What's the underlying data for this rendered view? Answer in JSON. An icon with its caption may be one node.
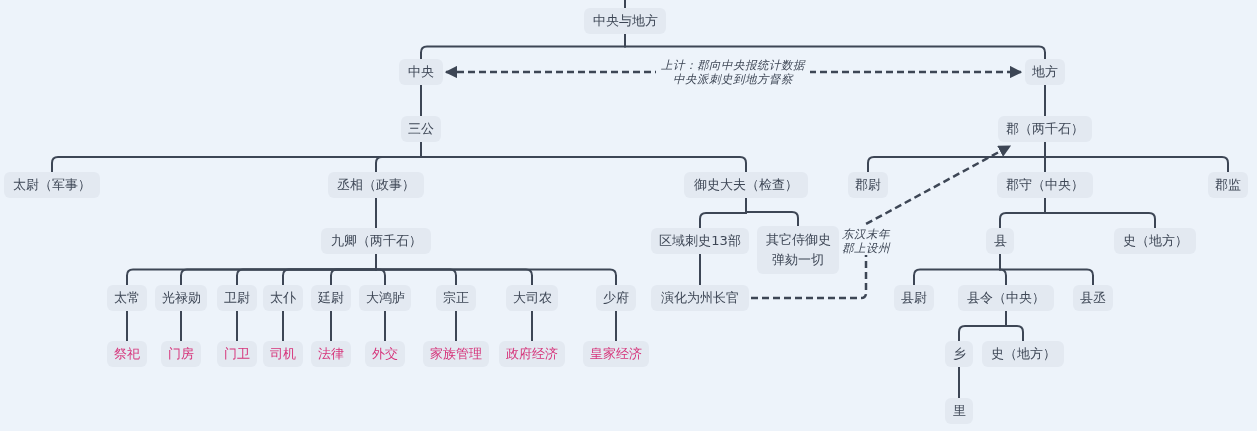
{
  "diagram": {
    "nodes": [
      {
        "text": [
          "中央与地方"
        ]
      },
      {
        "text": [
          "中央"
        ]
      },
      {
        "text": [
          "地方"
        ]
      },
      {
        "text": [
          "三公"
        ]
      },
      {
        "text": [
          "郡（两千石）"
        ]
      },
      {
        "text": [
          "太尉（军事）"
        ]
      },
      {
        "text": [
          "丞相（政事）"
        ]
      },
      {
        "text": [
          "御史大夫（检查）"
        ]
      },
      {
        "text": [
          "郡尉"
        ]
      },
      {
        "text": [
          "郡守（中央）"
        ]
      },
      {
        "text": [
          "郡监"
        ]
      },
      {
        "text": [
          "九卿（两千石）"
        ]
      },
      {
        "text": [
          "区域刺史13部"
        ]
      },
      {
        "text": [
          "其它侍御史弹劾一切"
        ]
      },
      {
        "text": [
          "县"
        ]
      },
      {
        "text": [
          "史（地方）"
        ]
      },
      {
        "text": [
          "太常"
        ]
      },
      {
        "text": [
          "光禄勋"
        ]
      },
      {
        "text": [
          "卫尉"
        ]
      },
      {
        "text": [
          "太仆"
        ]
      },
      {
        "text": [
          "廷尉"
        ]
      },
      {
        "text": [
          "大鸿胪"
        ]
      },
      {
        "text": [
          "宗正"
        ]
      },
      {
        "text": [
          "大司农"
        ]
      },
      {
        "text": [
          "少府"
        ]
      },
      {
        "text": [
          "演化为州长官"
        ]
      },
      {
        "text": [
          "县尉"
        ]
      },
      {
        "text": [
          "县令（中央）"
        ]
      },
      {
        "text": [
          "县丞"
        ]
      },
      {
        "text": [
          "祭祀"
        ]
      },
      {
        "text": [
          "门房"
        ]
      },
      {
        "text": [
          "门卫"
        ]
      },
      {
        "text": [
          "司机"
        ]
      },
      {
        "text": [
          "法律"
        ]
      },
      {
        "text": [
          "外交"
        ]
      },
      {
        "text": [
          "家族管理"
        ]
      },
      {
        "text": [
          "政府经济"
        ]
      },
      {
        "text": [
          "皇家经济"
        ]
      },
      {
        "text": [
          "乡"
        ]
      },
      {
        "text": [
          "史（地方）"
        ]
      },
      {
        "text": [
          "里"
        ]
      }
    ],
    "edges": [
      {
        "from": null,
        "to": 0,
        "arrow": "none"
      },
      {
        "from": 0,
        "to": 1,
        "arrow": "none"
      },
      {
        "from": 0,
        "to": 2,
        "arrow": "none"
      },
      {
        "from": 1,
        "to": 2,
        "arrow": "both",
        "style": "dashed",
        "label": "上计：郡向中央报统计数据中央派刺史到地方督察"
      },
      {
        "from": 1,
        "to": 3,
        "arrow": "none"
      },
      {
        "from": 2,
        "to": 4,
        "arrow": "none"
      },
      {
        "from": 3,
        "to": 5,
        "arrow": "none"
      },
      {
        "from": 3,
        "to": 6,
        "arrow": "none"
      },
      {
        "from": 3,
        "to": 7,
        "arrow": "none"
      },
      {
        "from": 4,
        "to": 8,
        "arrow": "none"
      },
      {
        "from": 4,
        "to": 9,
        "arrow": "none"
      },
      {
        "from": 4,
        "to": 10,
        "arrow": "none"
      },
      {
        "from": 6,
        "to": 11,
        "arrow": "none"
      },
      {
        "from": 7,
        "to": 12,
        "arrow": "none"
      },
      {
        "from": 7,
        "to": 13,
        "arrow": "none"
      },
      {
        "from": 9,
        "to": 14,
        "arrow": "none"
      },
      {
        "from": 9,
        "to": 15,
        "arrow": "none"
      },
      {
        "from": 11,
        "to": 16,
        "arrow": "none"
      },
      {
        "from": 11,
        "to": 17,
        "arrow": "none"
      },
      {
        "from": 11,
        "to": 18,
        "arrow": "none"
      },
      {
        "from": 11,
        "to": 19,
        "arrow": "none"
      },
      {
        "from": 11,
        "to": 20,
        "arrow": "none"
      },
      {
        "from": 11,
        "to": 21,
        "arrow": "none"
      },
      {
        "from": 11,
        "to": 22,
        "arrow": "none"
      },
      {
        "from": 11,
        "to": 23,
        "arrow": "none"
      },
      {
        "from": 11,
        "to": 24,
        "arrow": "none"
      },
      {
        "from": 12,
        "to": 25,
        "arrow": "none"
      },
      {
        "from": 25,
        "to": 4,
        "arrow": "to",
        "style": "dashed",
        "label": "东汉末年郡上设州"
      },
      {
        "from": 14,
        "to": 26,
        "arrow": "none"
      },
      {
        "from": 14,
        "to": 27,
        "arrow": "none"
      },
      {
        "from": 14,
        "to": 28,
        "arrow": "none"
      },
      {
        "from": 16,
        "to": 29,
        "arrow": "none"
      },
      {
        "from": 17,
        "to": 30,
        "arrow": "none"
      },
      {
        "from": 18,
        "to": 31,
        "arrow": "none"
      },
      {
        "from": 19,
        "to": 32,
        "arrow": "none"
      },
      {
        "from": 20,
        "to": 33,
        "arrow": "none"
      },
      {
        "from": 21,
        "to": 34,
        "arrow": "none"
      },
      {
        "from": 22,
        "to": 35,
        "arrow": "none"
      },
      {
        "from": 23,
        "to": 36,
        "arrow": "none"
      },
      {
        "from": 24,
        "to": 37,
        "arrow": "none"
      },
      {
        "from": 27,
        "to": 38,
        "arrow": "none"
      },
      {
        "from": 27,
        "to": 39,
        "arrow": "none"
      },
      {
        "from": 38,
        "to": 40,
        "arrow": "none"
      }
    ]
  }
}
